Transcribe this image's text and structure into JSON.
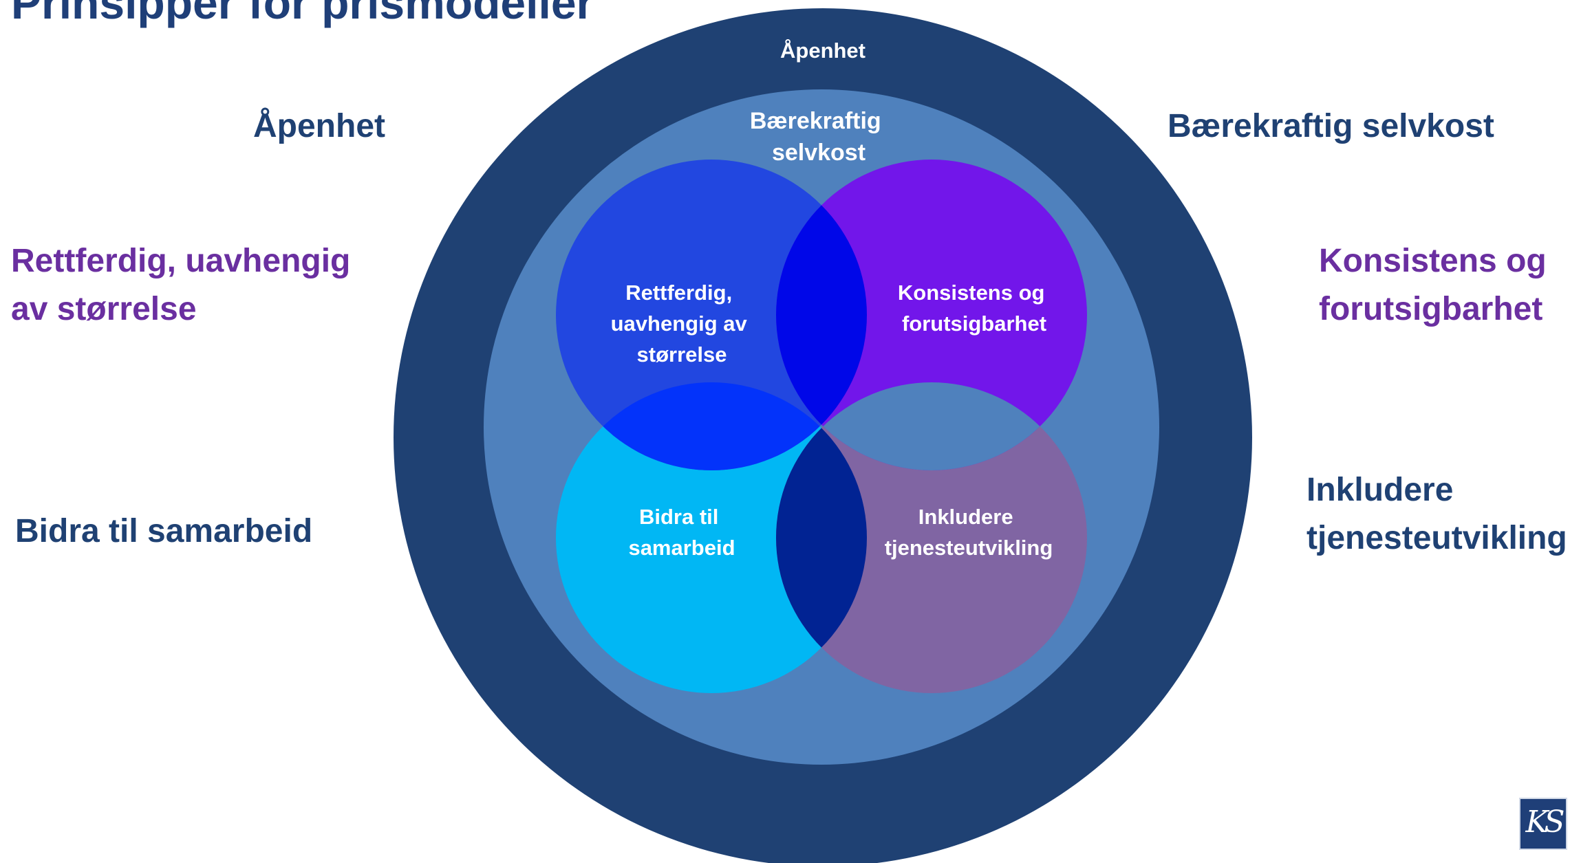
{
  "title": "Prinsipper for prismodeller",
  "colors": {
    "label_blue": "#1f4173",
    "label_purple": "#6a2fa0",
    "outer_ring": "#1f4173",
    "middle_ring": "#4f81bd",
    "circle_top_left": "#2247e0",
    "circle_top_right": "#7216ea",
    "circle_bottom_left": "#01b7f4",
    "circle_bottom_right": "#8065a3"
  },
  "side_labels": {
    "apenhet": "Åpenhet",
    "baerekraftig": "Bærekraftig selvkost",
    "rettferdig": [
      "Rettferdig, uavhengig",
      "av størrelse"
    ],
    "konsistens": [
      "Konsistens og",
      "forutsigbarhet"
    ],
    "bidra": "Bidra til samarbeid",
    "inkludere": [
      "Inkludere",
      "tjenesteutvikling"
    ]
  },
  "diagram": {
    "outer_label": "Åpenhet",
    "middle_label": [
      "Bærekraftig",
      "selvkost"
    ],
    "circles": {
      "top_left": [
        "Rettferdig,",
        "uavhengig av",
        "størrelse"
      ],
      "top_right": [
        "Konsistens og",
        "forutsigbarhet"
      ],
      "bottom_left": [
        "Bidra til",
        "samarbeid"
      ],
      "bottom_right": [
        "Inkludere",
        "tjenesteutvikling"
      ]
    }
  },
  "logo_text": "KS"
}
